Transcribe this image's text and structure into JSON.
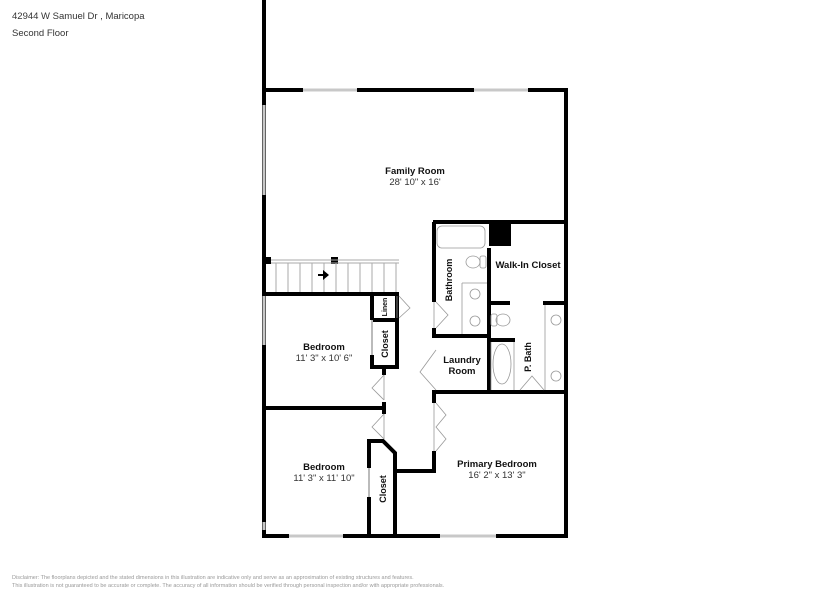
{
  "header": {
    "address": "42944 W Samuel Dr , Maricopa",
    "floor": "Second Floor"
  },
  "rooms": [
    {
      "name": "Family Room",
      "dimensions": "28' 10\" x 16'"
    },
    {
      "name": "Walk-In Closet",
      "dimensions": ""
    },
    {
      "name": "Bathroom",
      "dimensions": ""
    },
    {
      "name": "Linen",
      "dimensions": ""
    },
    {
      "name": "Bedroom",
      "dimensions": "11' 3\" x 10' 6\""
    },
    {
      "name": "Closet",
      "dimensions": ""
    },
    {
      "name": "Laundry Room",
      "dimensions": ""
    },
    {
      "name": "P. Bath",
      "dimensions": ""
    },
    {
      "name": "Bedroom",
      "dimensions": "11' 3\" x 11' 10\""
    },
    {
      "name": "Closet",
      "dimensions": ""
    },
    {
      "name": "Primary Bedroom",
      "dimensions": "16' 2\" x 13' 3\""
    }
  ],
  "labels": {
    "laundry_line1": "Laundry",
    "laundry_line2": "Room"
  },
  "disclaimer": {
    "line1": "Disclaimer: The floorplans depicted and the stated dimensions in this illustration are indicative only and serve as an approximation of existing structures and features.",
    "line2": "This illustration is not guaranteed to be accurate or complete. The accuracy of all information should be verified through personal inspection and/or with appropriate professionals."
  },
  "colors": {
    "wall": "#000000",
    "window": "#cccccc",
    "fixture": "#999999"
  }
}
